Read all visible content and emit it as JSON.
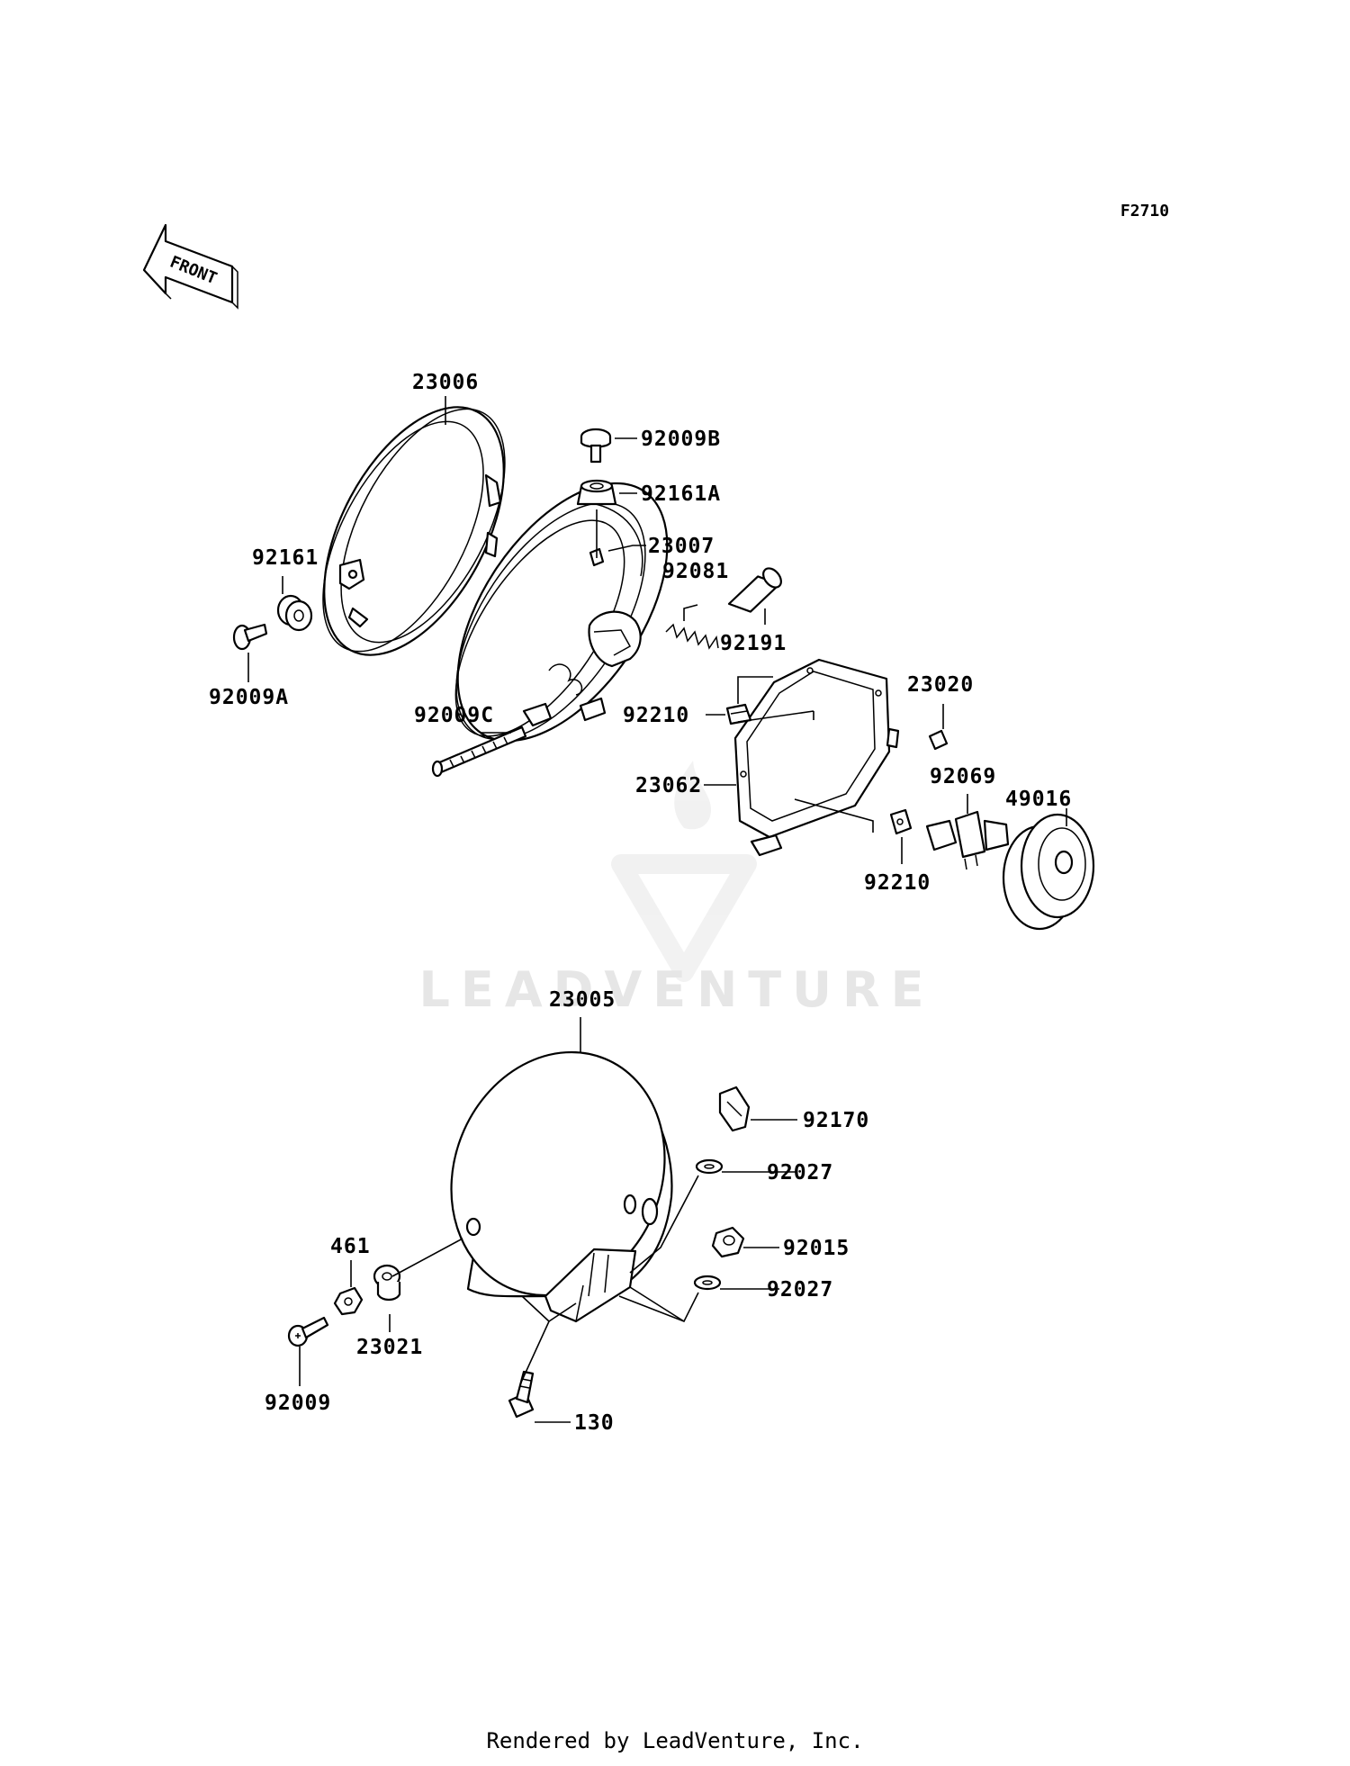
{
  "figure_code": "F2710",
  "front_label": "FRONT",
  "watermark": "LEADVENTURE",
  "credit": "Rendered by LeadVenture, Inc.",
  "parts": {
    "p23006": "23006",
    "p92009B": "92009B",
    "p92161A": "92161A",
    "p23007": "23007",
    "p92081": "92081",
    "p92161": "92161",
    "p92191": "92191",
    "p92009A": "92009A",
    "p23020": "23020",
    "p92009C": "92009C",
    "p92210_top": "92210",
    "p23062": "23062",
    "p92069": "92069",
    "p49016": "49016",
    "p92210_bottom": "92210",
    "p23005": "23005",
    "p92170": "92170",
    "p92027_top": "92027",
    "p461": "461",
    "p92015": "92015",
    "p92027_bottom": "92027",
    "p23021": "23021",
    "p92009": "92009",
    "p130": "130"
  }
}
